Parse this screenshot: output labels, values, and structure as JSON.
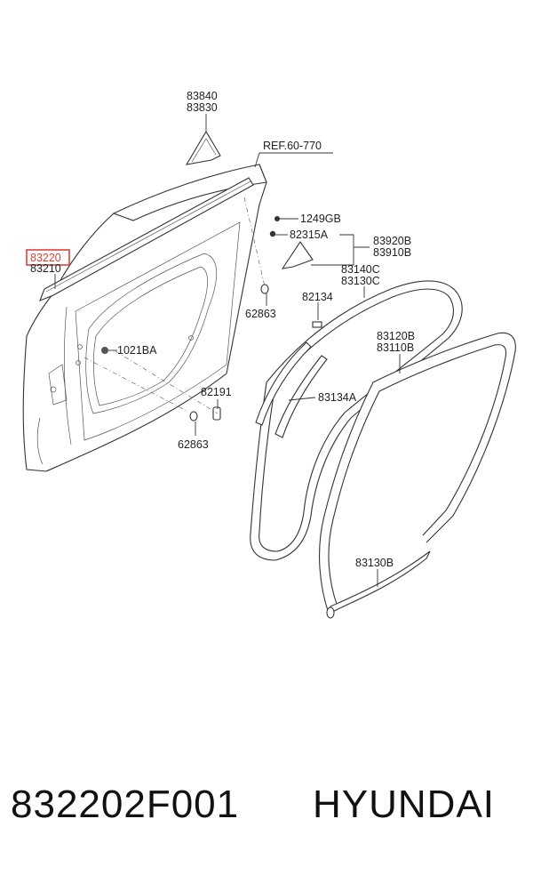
{
  "labels": {
    "p83840": "83840",
    "p83830": "83830",
    "ref": "REF.60-770",
    "p1249gb": "1249GB",
    "p82315a": "82315A",
    "p83920b": "83920B",
    "p83910b": "83910B",
    "p83220": "83220",
    "p83210": "83210",
    "p83140c": "83140C",
    "p83130c": "83130C",
    "p82134": "82134",
    "p62863a": "62863",
    "p1021ba": "1021BA",
    "p83120b": "83120B",
    "p83110b": "83110B",
    "p83134a": "83134A",
    "p82191": "82191",
    "p62863b": "62863",
    "p83130b": "83130B"
  },
  "caption": {
    "part_number": "832202F001",
    "brand": "HYUNDAI"
  },
  "colors": {
    "highlight": "#e0403a",
    "line": "#333333"
  }
}
